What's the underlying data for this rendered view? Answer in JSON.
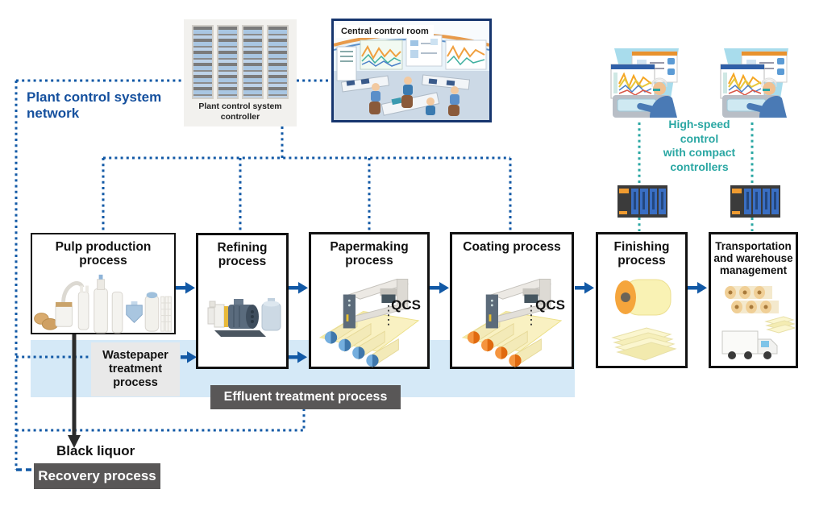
{
  "network_label": "Plant control system\nnetwork",
  "controller_panel": {
    "caption": "Plant control system\ncontroller"
  },
  "control_room": {
    "label": "Central control room"
  },
  "high_speed_label": "High-speed\ncontrol\nwith compact\ncontrollers",
  "processes": [
    {
      "label": "Pulp production\nprocess"
    },
    {
      "label": "Refining\nprocess"
    },
    {
      "label": "Papermaking\nprocess",
      "qcs": "QCS"
    },
    {
      "label": "Coating process",
      "qcs": "QCS"
    },
    {
      "label": "Finishing\nprocess"
    },
    {
      "label": "Transportation\nand warehouse\nmanagement"
    }
  ],
  "wastepaper_label": "Wastepaper\ntreatment\nprocess",
  "effluent_label": "Effluent treatment process",
  "black_liquor_label": "Black liquor",
  "recovery_label": "Recovery process",
  "colors": {
    "network_blue": "#1259a6",
    "teal_accent": "#2aa7a3",
    "band_blue": "#d5e9f7",
    "dark_label_gray": "#595757",
    "light_label_gray": "#e9e9e9",
    "box_border": "#111111",
    "label_text_blue": "#15509e"
  }
}
